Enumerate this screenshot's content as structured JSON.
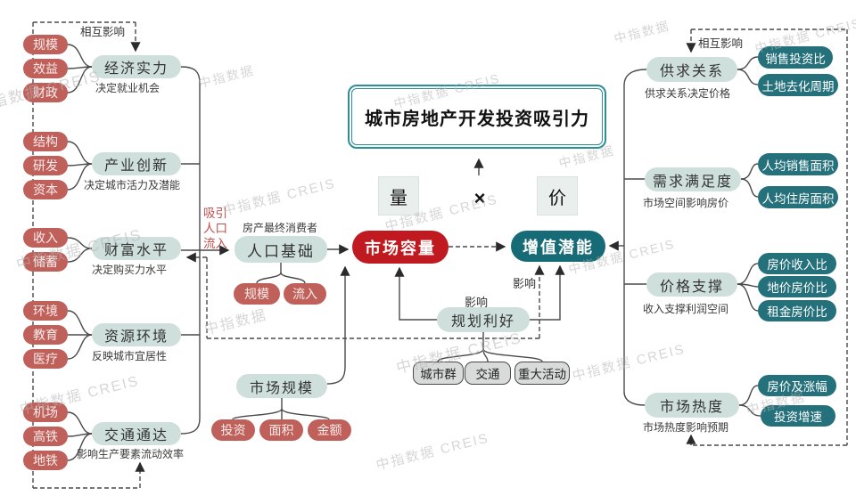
{
  "title": "城市房地产开发投资吸引力",
  "formula": {
    "quantity": "量",
    "multiply": "×",
    "price": "价"
  },
  "watermark": {
    "full": "中指数据 CREIS",
    "short": "中指数据"
  },
  "left": {
    "mutual_influence": "相互影响",
    "groups": [
      {
        "name": "经济实力",
        "desc": "决定就业机会",
        "factors": [
          "规模",
          "效益",
          "财政"
        ]
      },
      {
        "name": "产业创新",
        "desc": "决定城市活力及潜能",
        "factors": [
          "结构",
          "研发",
          "资本"
        ]
      },
      {
        "name": "财富水平",
        "desc": "决定购买力水平",
        "factors": [
          "收入",
          "储蓄"
        ]
      },
      {
        "name": "资源环境",
        "desc": "反映城市宜居性",
        "factors": [
          "环境",
          "教育",
          "医疗"
        ]
      },
      {
        "name": "交通通达",
        "desc": "影响生产要素流动效率",
        "factors": [
          "机场",
          "高铁",
          "地铁"
        ]
      }
    ]
  },
  "center": {
    "attract_label": "吸引人口流入",
    "population_note": "房产最终消费者",
    "population_base": "人口基础",
    "population_factors": [
      "规模",
      "流入"
    ],
    "market_capacity": "市场容量",
    "appreciation_potential": "增值潜能",
    "influence_dashed": "影响",
    "influence_planning": "影响",
    "planning": "规划利好",
    "planning_factors": [
      "城市群",
      "交通",
      "重大活动"
    ],
    "market_scale": "市场规模",
    "market_scale_factors": [
      "投资",
      "面积",
      "金额"
    ]
  },
  "right": {
    "mutual_influence": "相互影响",
    "groups": [
      {
        "name": "供求关系",
        "desc": "供求关系决定价格",
        "metrics": [
          "销售投资比",
          "土地去化周期"
        ]
      },
      {
        "name": "需求满足度",
        "desc": "市场空间影响房价",
        "metrics": [
          "人均销售面积",
          "人均住房面积"
        ]
      },
      {
        "name": "价格支撑",
        "desc": "收入支撑利润空间",
        "metrics": [
          "房价收入比",
          "地价房价比",
          "租金房价比"
        ]
      },
      {
        "name": "市场热度",
        "desc": "市场热度影响预期",
        "metrics": [
          "房价及涨幅",
          "投资增速"
        ]
      }
    ]
  },
  "colors": {
    "factor_red": "#c0605a",
    "light_teal": "#cfe0dc",
    "dark_teal": "#24707b",
    "capacity_red": "#c0191f",
    "potential_teal": "#176b76",
    "gray_pill": "#d9dbdb",
    "line": "#4a4a4a",
    "accent_red_text": "#c0504d",
    "title_border": "#2e8e98"
  }
}
